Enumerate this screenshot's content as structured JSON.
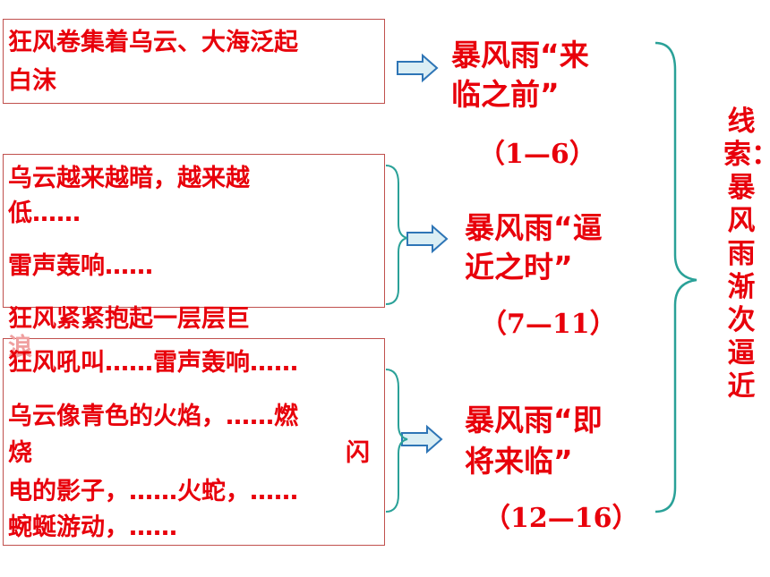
{
  "boxes": {
    "box1": {
      "line1": "狂风卷集着乌云、大海泛起",
      "line2": "白沫"
    },
    "box2": {
      "line1": "乌云越来越暗，越来越",
      "line2": "低……",
      "line3": "雷声轰响……"
    },
    "overflow_text": {
      "line1": "狂风紧紧抱起一层层巨",
      "line2": "浪"
    },
    "box3": {
      "line1": "狂风吼叫……雷声轰响……",
      "line2": "乌云像青色的火焰，……燃",
      "line3a": "烧",
      "line3b": "闪",
      "line4": "电的影子，……火蛇，……",
      "line5": "蜿蜒游动，……"
    }
  },
  "stages": [
    {
      "line1": "暴风雨“来",
      "line2": "临之前”",
      "range": "（1—6）"
    },
    {
      "line1": "暴风雨“逼",
      "line2": "近之时”",
      "range": "（7—11）"
    },
    {
      "line1": "暴风雨“即",
      "line2": "将来临”",
      "range": "（12—16）"
    }
  ],
  "clue": "线索：暴风雨渐次逼近",
  "colors": {
    "text": "#e8000b",
    "border": "#c0504d",
    "arrow_fill": "#dbeef4",
    "arrow_stroke": "#2e75b6",
    "brace": "#2aa198"
  }
}
